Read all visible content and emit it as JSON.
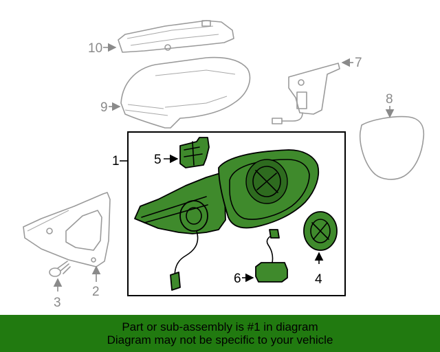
{
  "callouts": {
    "c1": "1",
    "c2": "2",
    "c3": "3",
    "c4": "4",
    "c5": "5",
    "c6": "6",
    "c7": "7",
    "c8": "8",
    "c9": "9",
    "c10": "10"
  },
  "footer": {
    "line1": "Part or sub-assembly is #1 in diagram",
    "line2": "Diagram may not be specific to your vehicle"
  },
  "colors": {
    "highlight_part": "#3f8a2c",
    "footer_bg": "#217a10",
    "ghost_part": "#9a9a9a"
  }
}
